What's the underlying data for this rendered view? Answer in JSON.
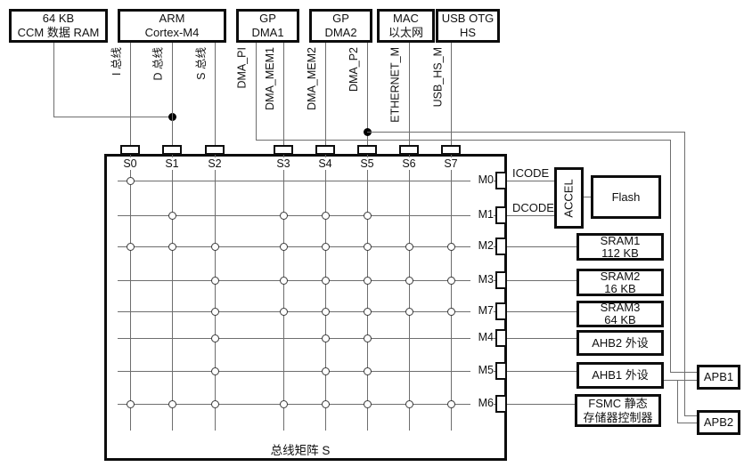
{
  "figure": {
    "masters": [
      {
        "l1": "64 KB",
        "l2": "CCM 数据 RAM"
      },
      {
        "l1": "ARM",
        "l2": "Cortex-M4"
      },
      {
        "l1": "GP",
        "l2": "DMA1"
      },
      {
        "l1": "GP",
        "l2": "DMA2"
      },
      {
        "l1": "MAC",
        "l2": "以太网"
      },
      {
        "l1": "USB OTG",
        "l2": "HS"
      }
    ],
    "bus_labels": [
      "I 总线",
      "D 总线",
      "S 总线",
      "DMA_PI",
      "DMA_MEM1",
      "DMA_MEM2",
      "DMA_P2",
      "ETHERNET_M",
      "USB_HS_M"
    ],
    "matrix": {
      "label": "总线矩阵 S",
      "s_slots": [
        "S0",
        "S1",
        "S2",
        "S3",
        "S4",
        "S5",
        "S6",
        "S7"
      ],
      "m_slots": [
        "M0",
        "M1",
        "M2",
        "M3",
        "M7",
        "M4",
        "M5",
        "M6"
      ],
      "connections": {
        "M0": [
          "S0"
        ],
        "M1": [
          "S1",
          "S3",
          "S4",
          "S5"
        ],
        "M2": [
          "S0",
          "S1",
          "S2",
          "S3",
          "S4",
          "S5",
          "S6",
          "S7"
        ],
        "M3": [
          "S2",
          "S3",
          "S4",
          "S5",
          "S6",
          "S7"
        ],
        "M7": [
          "S2",
          "S3",
          "S4",
          "S5",
          "S6",
          "S7"
        ],
        "M4": [
          "S2",
          "S4",
          "S5"
        ],
        "M5": [
          "S2",
          "S4",
          "S5"
        ],
        "M6": [
          "S0",
          "S1",
          "S2",
          "S3",
          "S4",
          "S5",
          "S6",
          "S7"
        ]
      }
    },
    "port_labels": {
      "icode": "ICODE",
      "dcode": "DCODE"
    },
    "right_boxes": {
      "accel": {
        "l1": "ACCEL"
      },
      "flash": {
        "l1": "Flash"
      },
      "sram1": {
        "l1": "SRAM1",
        "l2": "112 KB"
      },
      "sram2": {
        "l1": "SRAM2",
        "l2": "16 KB"
      },
      "sram3": {
        "l1": "SRAM3",
        "l2": "64 KB"
      },
      "ahb2": {
        "l1": "AHB2 外设"
      },
      "ahb1": {
        "l1": "AHB1 外设"
      },
      "fsmc": {
        "l1": "FSMC 静态",
        "l2": "存储器控制器"
      },
      "apb1": {
        "l1": "APB1"
      },
      "apb2": {
        "l1": "APB2"
      }
    },
    "colors": {
      "border": "#0d0d0d",
      "line": "#6e6e6e",
      "text": "#111111",
      "background": "#ffffff"
    }
  }
}
